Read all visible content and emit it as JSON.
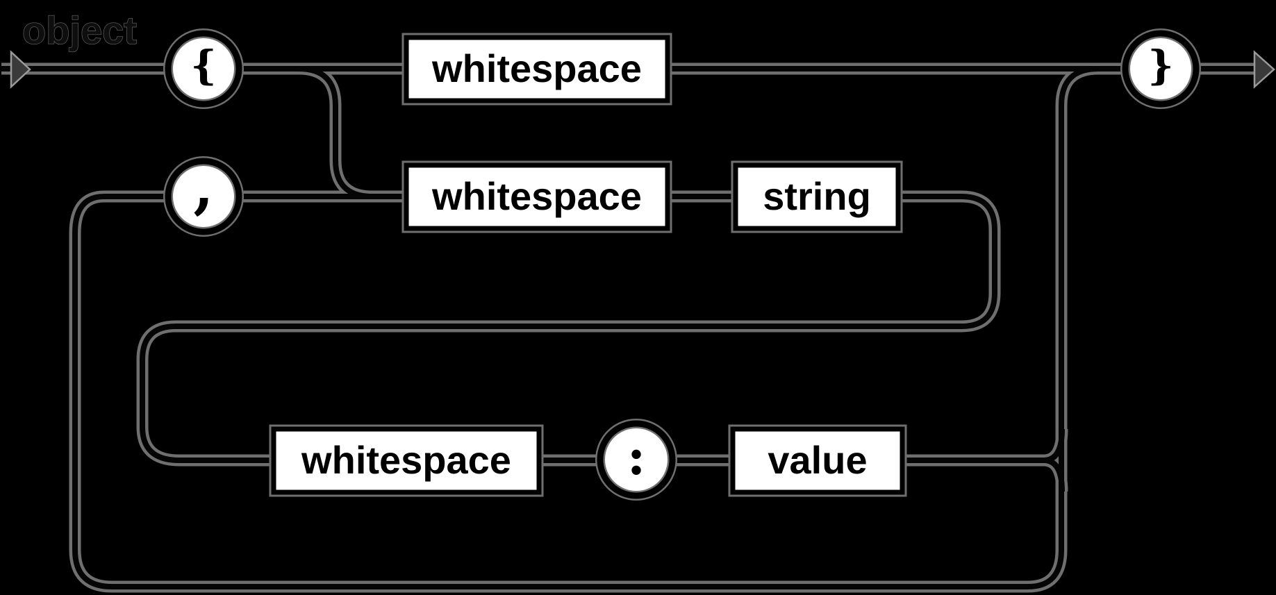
{
  "diagram": {
    "kind": "railroad-syntax-diagram",
    "rule_label": "object",
    "nodes": {
      "open_brace": {
        "label": "{",
        "shape": "circle"
      },
      "whitespace_top": {
        "label": "whitespace",
        "shape": "rect"
      },
      "close_brace": {
        "label": "}",
        "shape": "circle"
      },
      "comma": {
        "label": ",",
        "shape": "circle"
      },
      "whitespace_member": {
        "label": "whitespace",
        "shape": "rect"
      },
      "string": {
        "label": "string",
        "shape": "rect"
      },
      "whitespace_value": {
        "label": "whitespace",
        "shape": "rect"
      },
      "colon": {
        "label": ":",
        "shape": "circle"
      },
      "value": {
        "label": "value",
        "shape": "rect"
      }
    },
    "colors": {
      "background": "#000000",
      "node_fill": "#ffffff",
      "node_border": "#000000",
      "line_core": "#050505",
      "line_fringe": "#6f6f6f",
      "label_text": "#000000",
      "rule_label_text": "#0e0e0e",
      "arrow_fill": "#3a3a3a"
    }
  }
}
